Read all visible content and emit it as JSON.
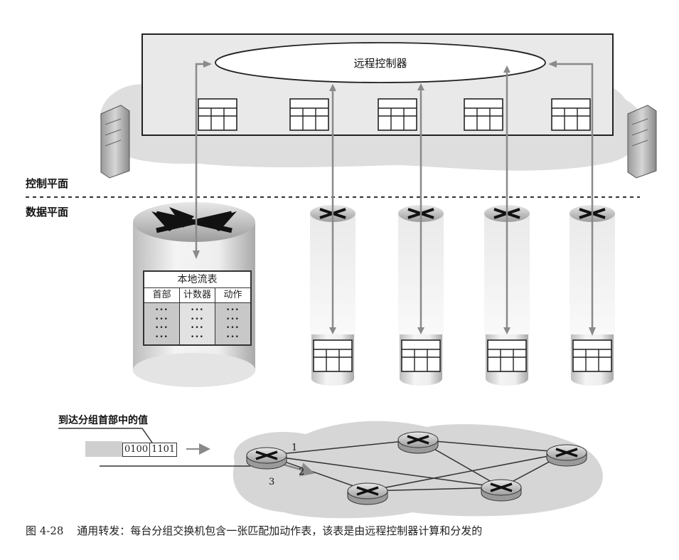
{
  "controller": {
    "label": "远程控制器"
  },
  "planes": {
    "control": "控制平面",
    "data": "数据平面"
  },
  "flow_table": {
    "title": "本地流表",
    "columns": [
      "首部",
      "计数器",
      "动作"
    ],
    "cell_glyph": "•••"
  },
  "packet": {
    "label": "到达分组首部中的值",
    "bits": [
      "0100",
      "1101"
    ]
  },
  "network": {
    "port_labels": [
      "1",
      "2",
      "3"
    ]
  },
  "caption": {
    "figure": "图 4-28",
    "text": "通用转发：每台分组交换机包含一张匹配加动作表，该表是由远程控制器计算和分发的"
  }
}
